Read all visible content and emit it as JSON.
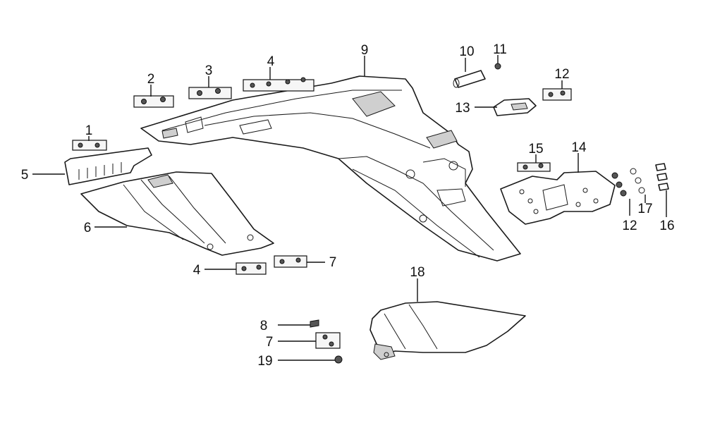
{
  "callouts": {
    "c1": "1",
    "c2": "2",
    "c3": "3",
    "c4a": "4",
    "c4b": "4",
    "c5": "5",
    "c6": "6",
    "c7a": "7",
    "c7b": "7",
    "c8": "8",
    "c9": "9",
    "c10": "10",
    "c11": "11",
    "c12a": "12",
    "c12b": "12",
    "c13": "13",
    "c14": "14",
    "c15": "15",
    "c16": "16",
    "c17": "17",
    "c18": "18",
    "c19": "19"
  }
}
